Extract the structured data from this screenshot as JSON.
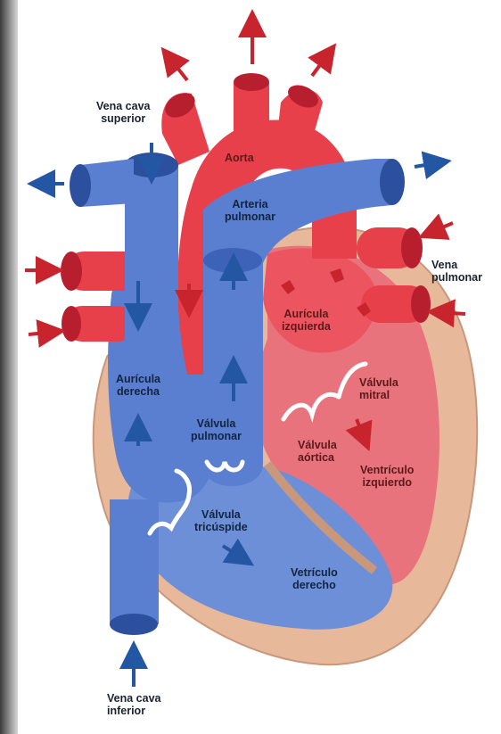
{
  "diagram": {
    "colors": {
      "oxygenated": "#e8404b",
      "oxygenated_dark": "#b81f2e",
      "deoxygenated": "#5b7fd0",
      "deoxygenated_dark": "#2c4f9e",
      "wall": "#e8b89a",
      "arrow_red": "#c8242e",
      "arrow_blue": "#2356a3"
    },
    "labels": {
      "vena_cava_superior": "Vena cava\nsuperior",
      "aorta": "Aorta",
      "arteria_pulmonar": "Arteria\npulmonar",
      "vena_pulmonar": "Vena\npulmonar",
      "auricula_izquierda": "Aurícula\nizquierda",
      "auricula_derecha": "Aurícula\nderecha",
      "valvula_mitral": "Válvula\nmitral",
      "valvula_pulmonar": "Válvula\npulmonar",
      "valvula_aortica": "Válvula\naórtica",
      "ventriculo_izquierdo": "Ventrículo\nizquierdo",
      "valvula_tricuspide": "Válvula\ntricúspide",
      "ventriculo_derecho": "Vetrículo\nderecho",
      "vena_cava_inferior": "Vena cava\ninferior"
    }
  }
}
